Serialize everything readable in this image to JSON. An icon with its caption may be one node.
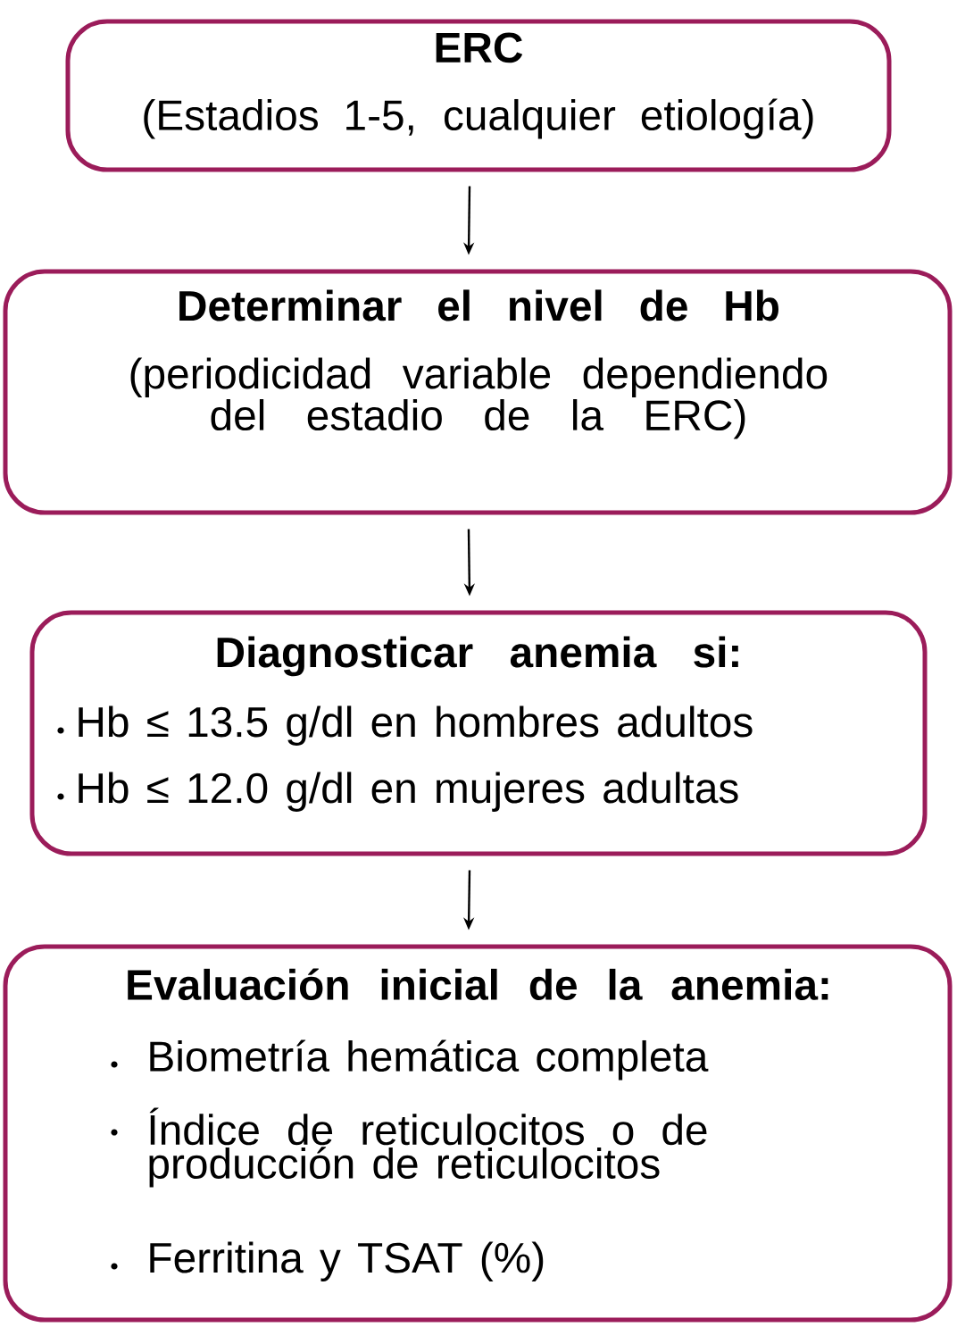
{
  "diagram": {
    "nodes": [
      {
        "text": [
          "ERC",
          "(Estadios 1-5, cualquier etiología)"
        ]
      },
      {
        "text": [
          "Determinar el nivel de Hb",
          "(periodicidad variable dependiendo del estadio de la ERC)"
        ]
      },
      {
        "text": [
          "Diagnosticar anemia si:",
          "Hb ≤ 13.5 g/dl en hombres adultos",
          "Hb ≤ 12.0 g/dl en mujeres adultas"
        ]
      },
      {
        "text": [
          "Evaluación inicial de la anemia:",
          "Biometría hemática completa",
          "Índice de reticulocitos o de producción de reticulocitos",
          "Ferritina y TSAT (%)"
        ]
      }
    ],
    "edges": [
      {
        "from": 0,
        "to": 1,
        "arrow": "to"
      },
      {
        "from": 1,
        "to": 2,
        "arrow": "to"
      },
      {
        "from": 2,
        "to": 3,
        "arrow": "to"
      }
    ]
  }
}
